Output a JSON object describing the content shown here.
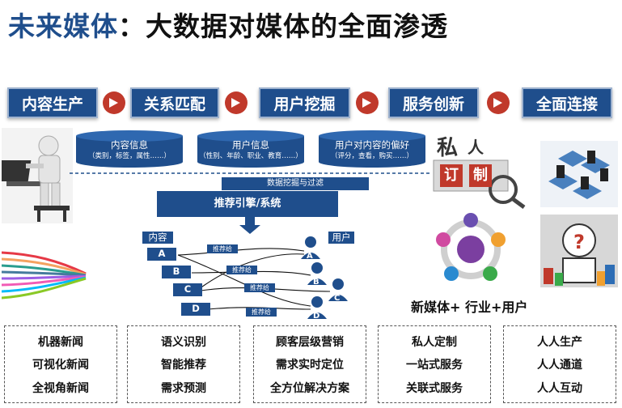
{
  "title": {
    "part1": "未来媒体",
    "part2": "：大数据对媒体的全面渗透"
  },
  "flow_steps": [
    "内容生产",
    "关系匹配",
    "用户挖掘",
    "服务创新",
    "全面连接"
  ],
  "databases": [
    {
      "title": "内容信息",
      "sub": "（类别，标签，属性……）"
    },
    {
      "title": "用户信息",
      "sub": "（性别、年龄、职业、教育……）"
    },
    {
      "title": "用户对内容的偏好",
      "sub": "（评分，查看，购买……）"
    }
  ],
  "mining_label": "数据挖掘与过滤",
  "engine_label": "推荐引擎/系统",
  "diagram": {
    "content_label": "内容",
    "user_label": "用户",
    "content_items": [
      "A",
      "B",
      "C",
      "D"
    ],
    "user_items": [
      "A",
      "B",
      "C",
      "D"
    ],
    "recommend_labels": [
      "推荐给",
      "推荐给",
      "推荐给",
      "推荐给"
    ]
  },
  "private_label": {
    "chars": [
      "私",
      "人",
      "订",
      "制"
    ]
  },
  "hub_caption": "新媒体+ 行业+用户",
  "bottom_boxes": [
    [
      "机器新闻",
      "可视化新闻",
      "全视角新闻"
    ],
    [
      "语义识别",
      "智能推荐",
      "需求预测"
    ],
    [
      "顾客层级营销",
      "需求实时定位",
      "全方位解决方案"
    ],
    [
      "私人定制",
      "一站式服务",
      "关联式服务"
    ],
    [
      "人人生产",
      "人人通道",
      "人人互动"
    ]
  ],
  "colors": {
    "primary": "#1f4e8c",
    "arrow": "#c0392b"
  }
}
